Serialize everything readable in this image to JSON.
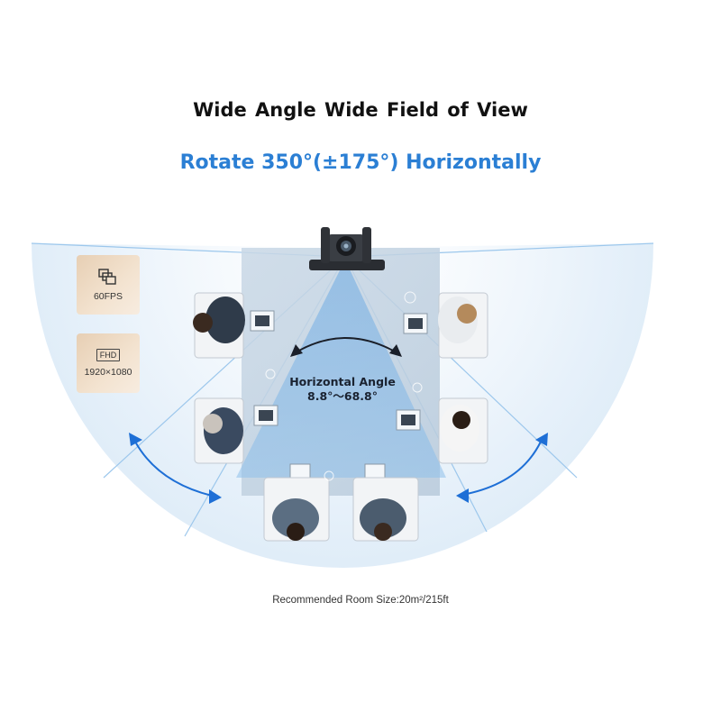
{
  "header": {
    "title": "Wide Angle  Wide Field of View",
    "subtitle": "Rotate 350°(±175°) Horizontally"
  },
  "badges": {
    "fps_label": "60FPS",
    "fhd_icon_text": "FHD",
    "resolution_label": "1920×1080"
  },
  "diagram": {
    "angle_title": "Horizontal Angle",
    "angle_range": "8.8°～68.8°"
  },
  "footer": {
    "room_size": "Recommended Room Size:20m²/215ft"
  },
  "colors": {
    "accent_blue": "#2b7fd4",
    "arrow_blue": "#1e6fd6",
    "badge_beige": "#ecd7c0",
    "fov_blue": "#8fc0ea"
  }
}
